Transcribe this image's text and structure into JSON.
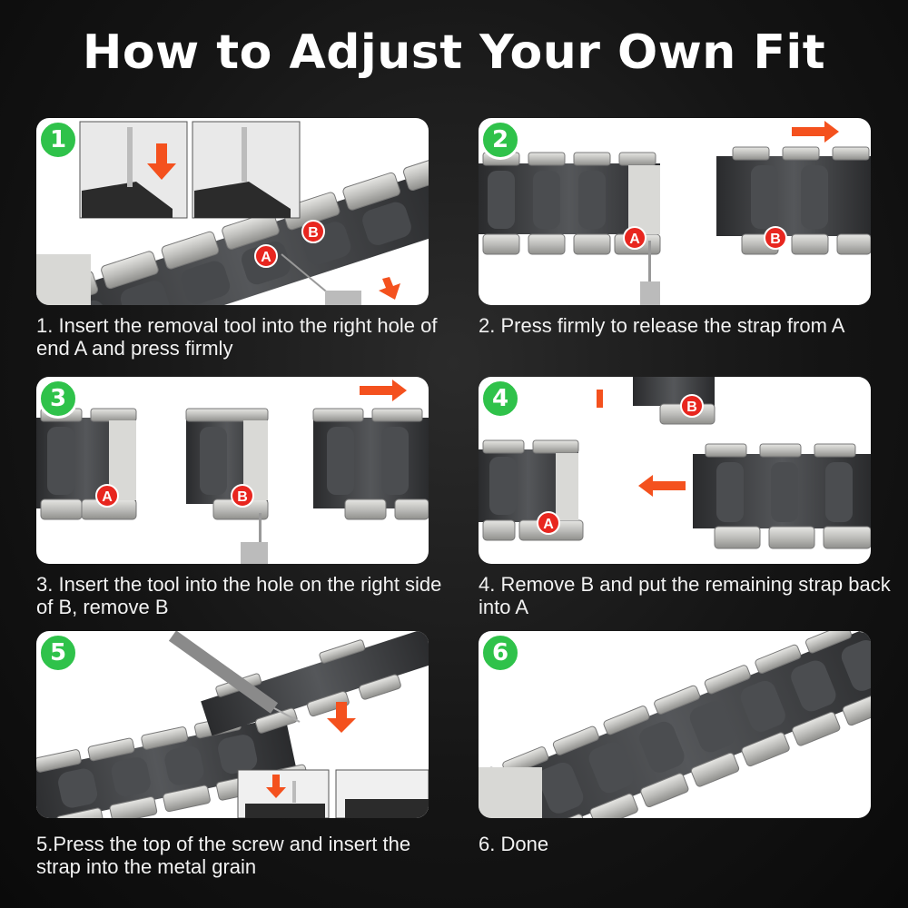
{
  "title": "How to Adjust Your Own Fit",
  "colors": {
    "background": "#141414",
    "badge": "#2fc24a",
    "arrow": "#f4511e",
    "marker": "#e8261f",
    "steel": "#c9c9c6",
    "rubber": "#3a3b3d"
  },
  "steps": [
    {
      "number": "1",
      "caption": "1. Insert the removal tool into the right hole of end A and press firmly",
      "labels": [
        "A",
        "B"
      ]
    },
    {
      "number": "2",
      "caption": "2. Press firmly to release the strap from A",
      "labels": [
        "A",
        "B"
      ]
    },
    {
      "number": "3",
      "caption": "3. Insert the tool into the hole on the right side of B, remove B",
      "labels": [
        "A",
        "B"
      ]
    },
    {
      "number": "4",
      "caption": "4. Remove B and put the remaining strap back into A",
      "labels": [
        "B",
        "A"
      ]
    },
    {
      "number": "5",
      "caption": "5.Press the top of the screw and insert the strap into the metal grain",
      "labels": []
    },
    {
      "number": "6",
      "caption": "6. Done",
      "labels": []
    }
  ]
}
